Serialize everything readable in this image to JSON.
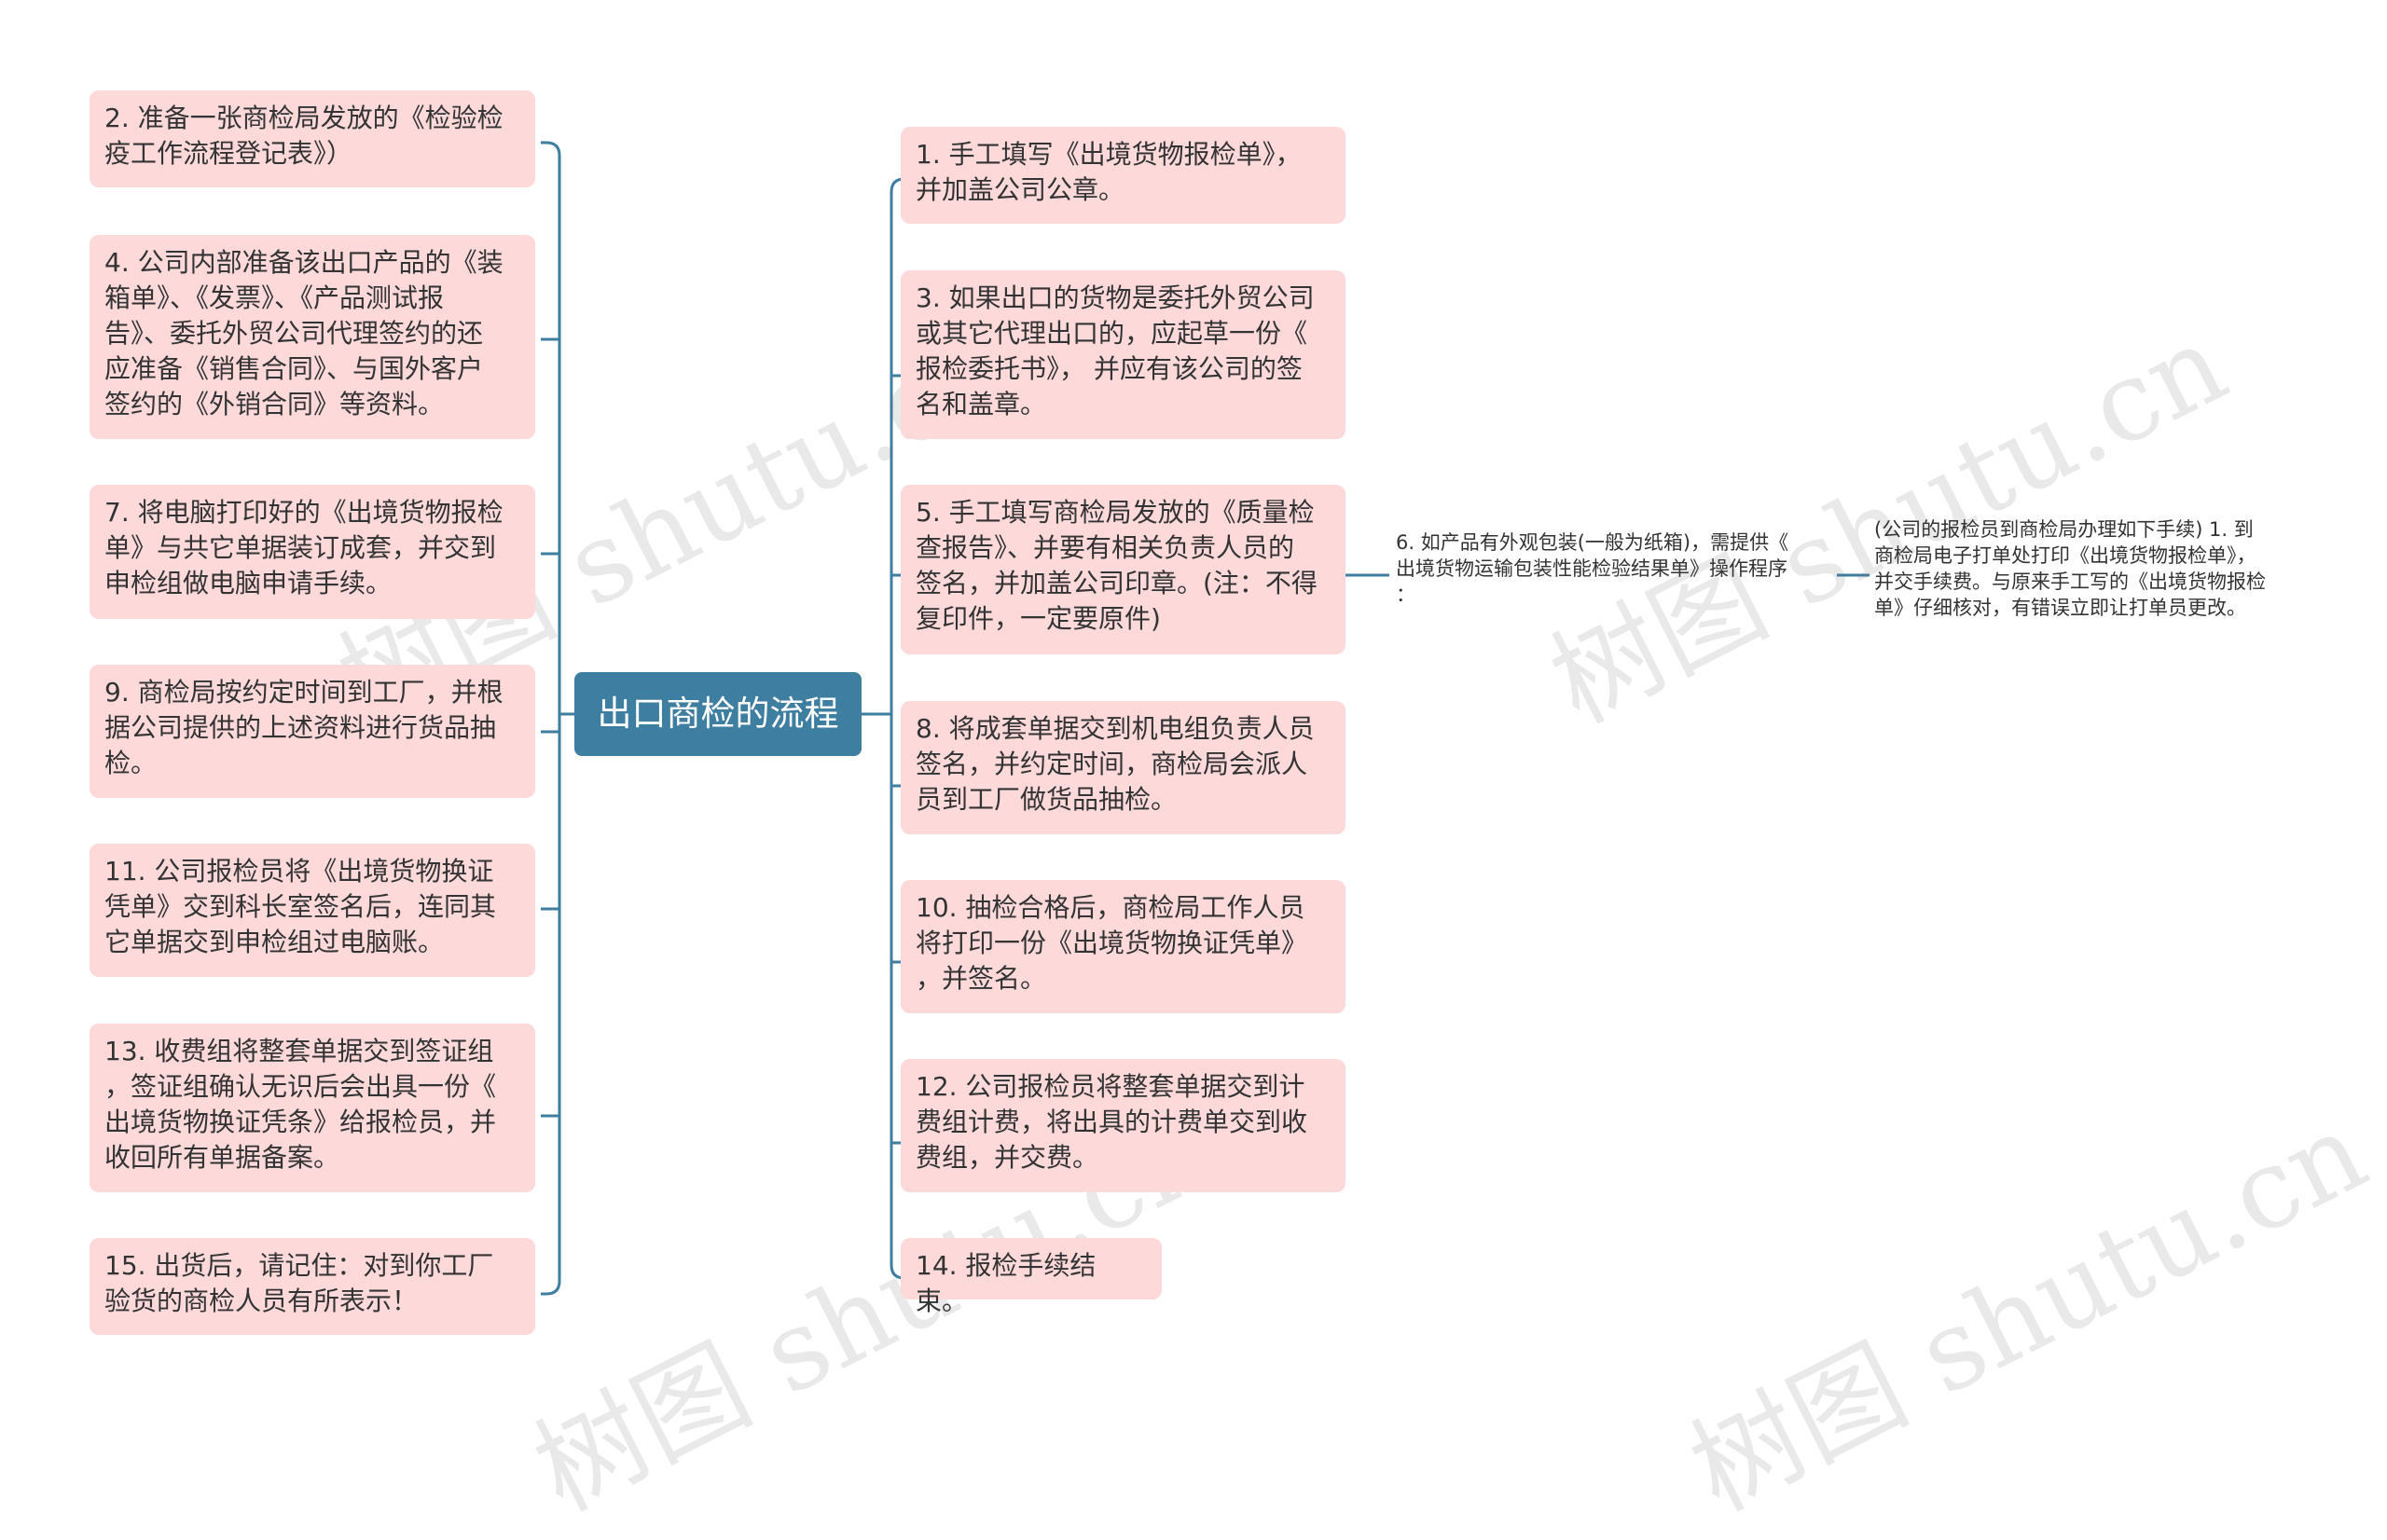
{
  "root": {
    "title": "出口商检的流程"
  },
  "left_nodes": [
    {
      "text": "2. 准备一张商检局发放的《检验检\n疫工作流程登记表》）"
    },
    {
      "text": "4. 公司内部准备该出口产品的《装\n箱单》、《发票》、《产品测试报\n告》、委托外贸公司代理签约的还\n应准备《销售合同》、与国外客户\n签约的《外销合同》等资料。"
    },
    {
      "text": "7. 将电脑打印好的《出境货物报检\n单》与共它单据装订成套，并交到\n申检组做电脑申请手续。"
    },
    {
      "text": "9. 商检局按约定时间到工厂，并根\n据公司提供的上述资料进行货品抽\n检。"
    },
    {
      "text": "11. 公司报检员将《出境货物换证\n凭单》交到科长室签名后，连同其\n它单据交到申检组过电脑账。"
    },
    {
      "text": "13. 收费组将整套单据交到签证组\n，签证组确认无识后会出具一份《\n出境货物换证凭条》给报检员，并\n收回所有单据备案。"
    },
    {
      "text": "15. 出货后，请记住：对到你工厂\n验货的商检人员有所表示！"
    }
  ],
  "right_nodes": [
    {
      "text": "1. 手工填写《出境货物报检单》，\n并加盖公司公章。"
    },
    {
      "text": "3. 如果出口的货物是委托外贸公司\n或其它代理出口的，应起草一份《\n报检委托书》， 并应有该公司的签\n名和盖章。"
    },
    {
      "text": "5. 手工填写商检局发放的《质量检\n查报告》、并要有相关负责人员的\n签名，并加盖公司印章。(注：不得\n复印件，一定要原件)"
    },
    {
      "text": "8. 将成套单据交到机电组负责人员\n签名，并约定时间，商检局会派人\n员到工厂做货品抽检。"
    },
    {
      "text": "10. 抽检合格后，商检局工作人员\n将打印一份《出境货物换证凭单》\n，并签名。"
    },
    {
      "text": "12. 公司报检员将整套单据交到计\n费组计费，将出具的计费单交到收\n费组，并交费。"
    },
    {
      "text": "14. 报检手续结束。"
    }
  ],
  "sub_node_1": {
    "text": "6. 如产品有外观包装(一般为纸箱)，需提供《\n出境货物运输包装性能检验结果单》操作程序\n："
  },
  "sub_node_2": {
    "text": "(公司的报检员到商检局办理如下手续) 1. 到\n商检局电子打单处打印《出境货物报检单》，\n并交手续费。与原来手工写的《出境货物报检\n单》仔细核对，有错误立即让打单员更改。"
  },
  "watermark": {
    "text": "树图 shutu.cn"
  },
  "colors": {
    "root_bg": "#3e7ea0",
    "node_bg": "#fdd9d9",
    "line": "#3e7ea0",
    "text": "#333333"
  }
}
